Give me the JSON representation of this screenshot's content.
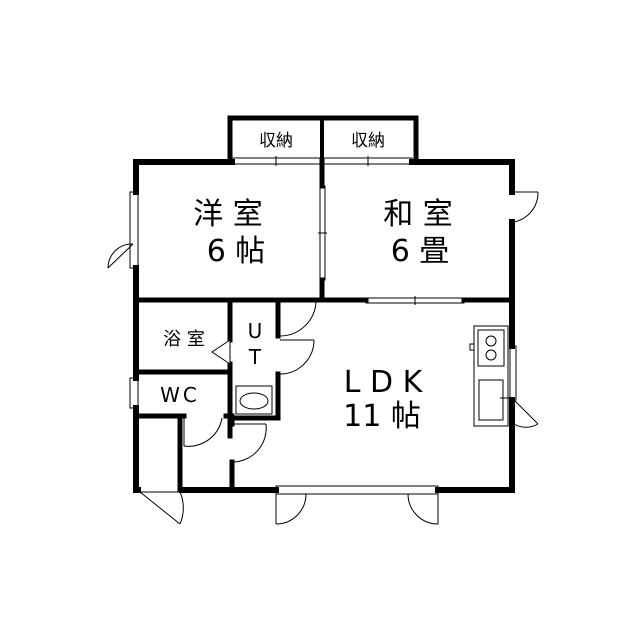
{
  "rooms": {
    "storage_left": "収納",
    "storage_right": "収納",
    "western_room": {
      "name": "洋 室",
      "size": "6 帖"
    },
    "japanese_room": {
      "name": "和 室",
      "size": "6 畳"
    },
    "bath": "浴 室",
    "utility": {
      "line1": "U",
      "line2": "T"
    },
    "toilet": "WC",
    "ldk": {
      "name": "L D K",
      "size": "11 帖"
    }
  },
  "colors": {
    "wall": "#000000",
    "fixture": "#555555",
    "background": "#ffffff"
  }
}
